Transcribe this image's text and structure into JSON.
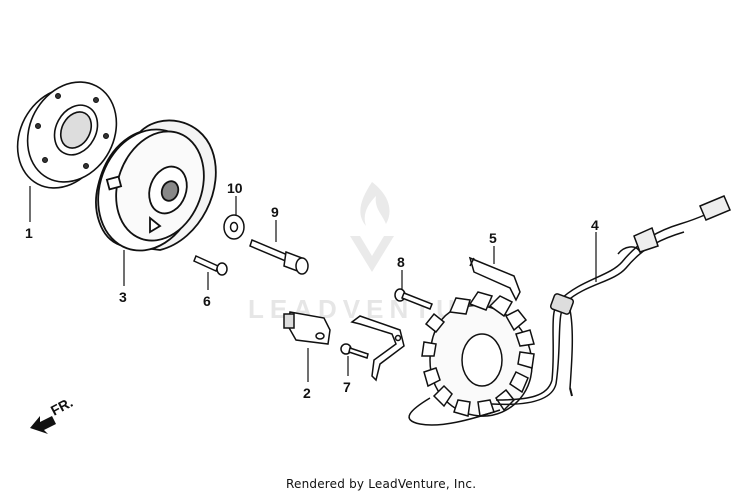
{
  "diagram": {
    "callouts": [
      {
        "id": "1",
        "label": "1"
      },
      {
        "id": "2",
        "label": "2"
      },
      {
        "id": "3",
        "label": "3"
      },
      {
        "id": "4",
        "label": "4"
      },
      {
        "id": "5",
        "label": "5"
      },
      {
        "id": "6",
        "label": "6"
      },
      {
        "id": "7",
        "label": "7"
      },
      {
        "id": "8",
        "label": "8"
      },
      {
        "id": "9",
        "label": "9"
      },
      {
        "id": "10",
        "label": "10"
      }
    ],
    "front_indicator": "FR.",
    "watermark_text": "LEADVENTURE",
    "credit": "Rendered by LeadVenture, Inc."
  }
}
